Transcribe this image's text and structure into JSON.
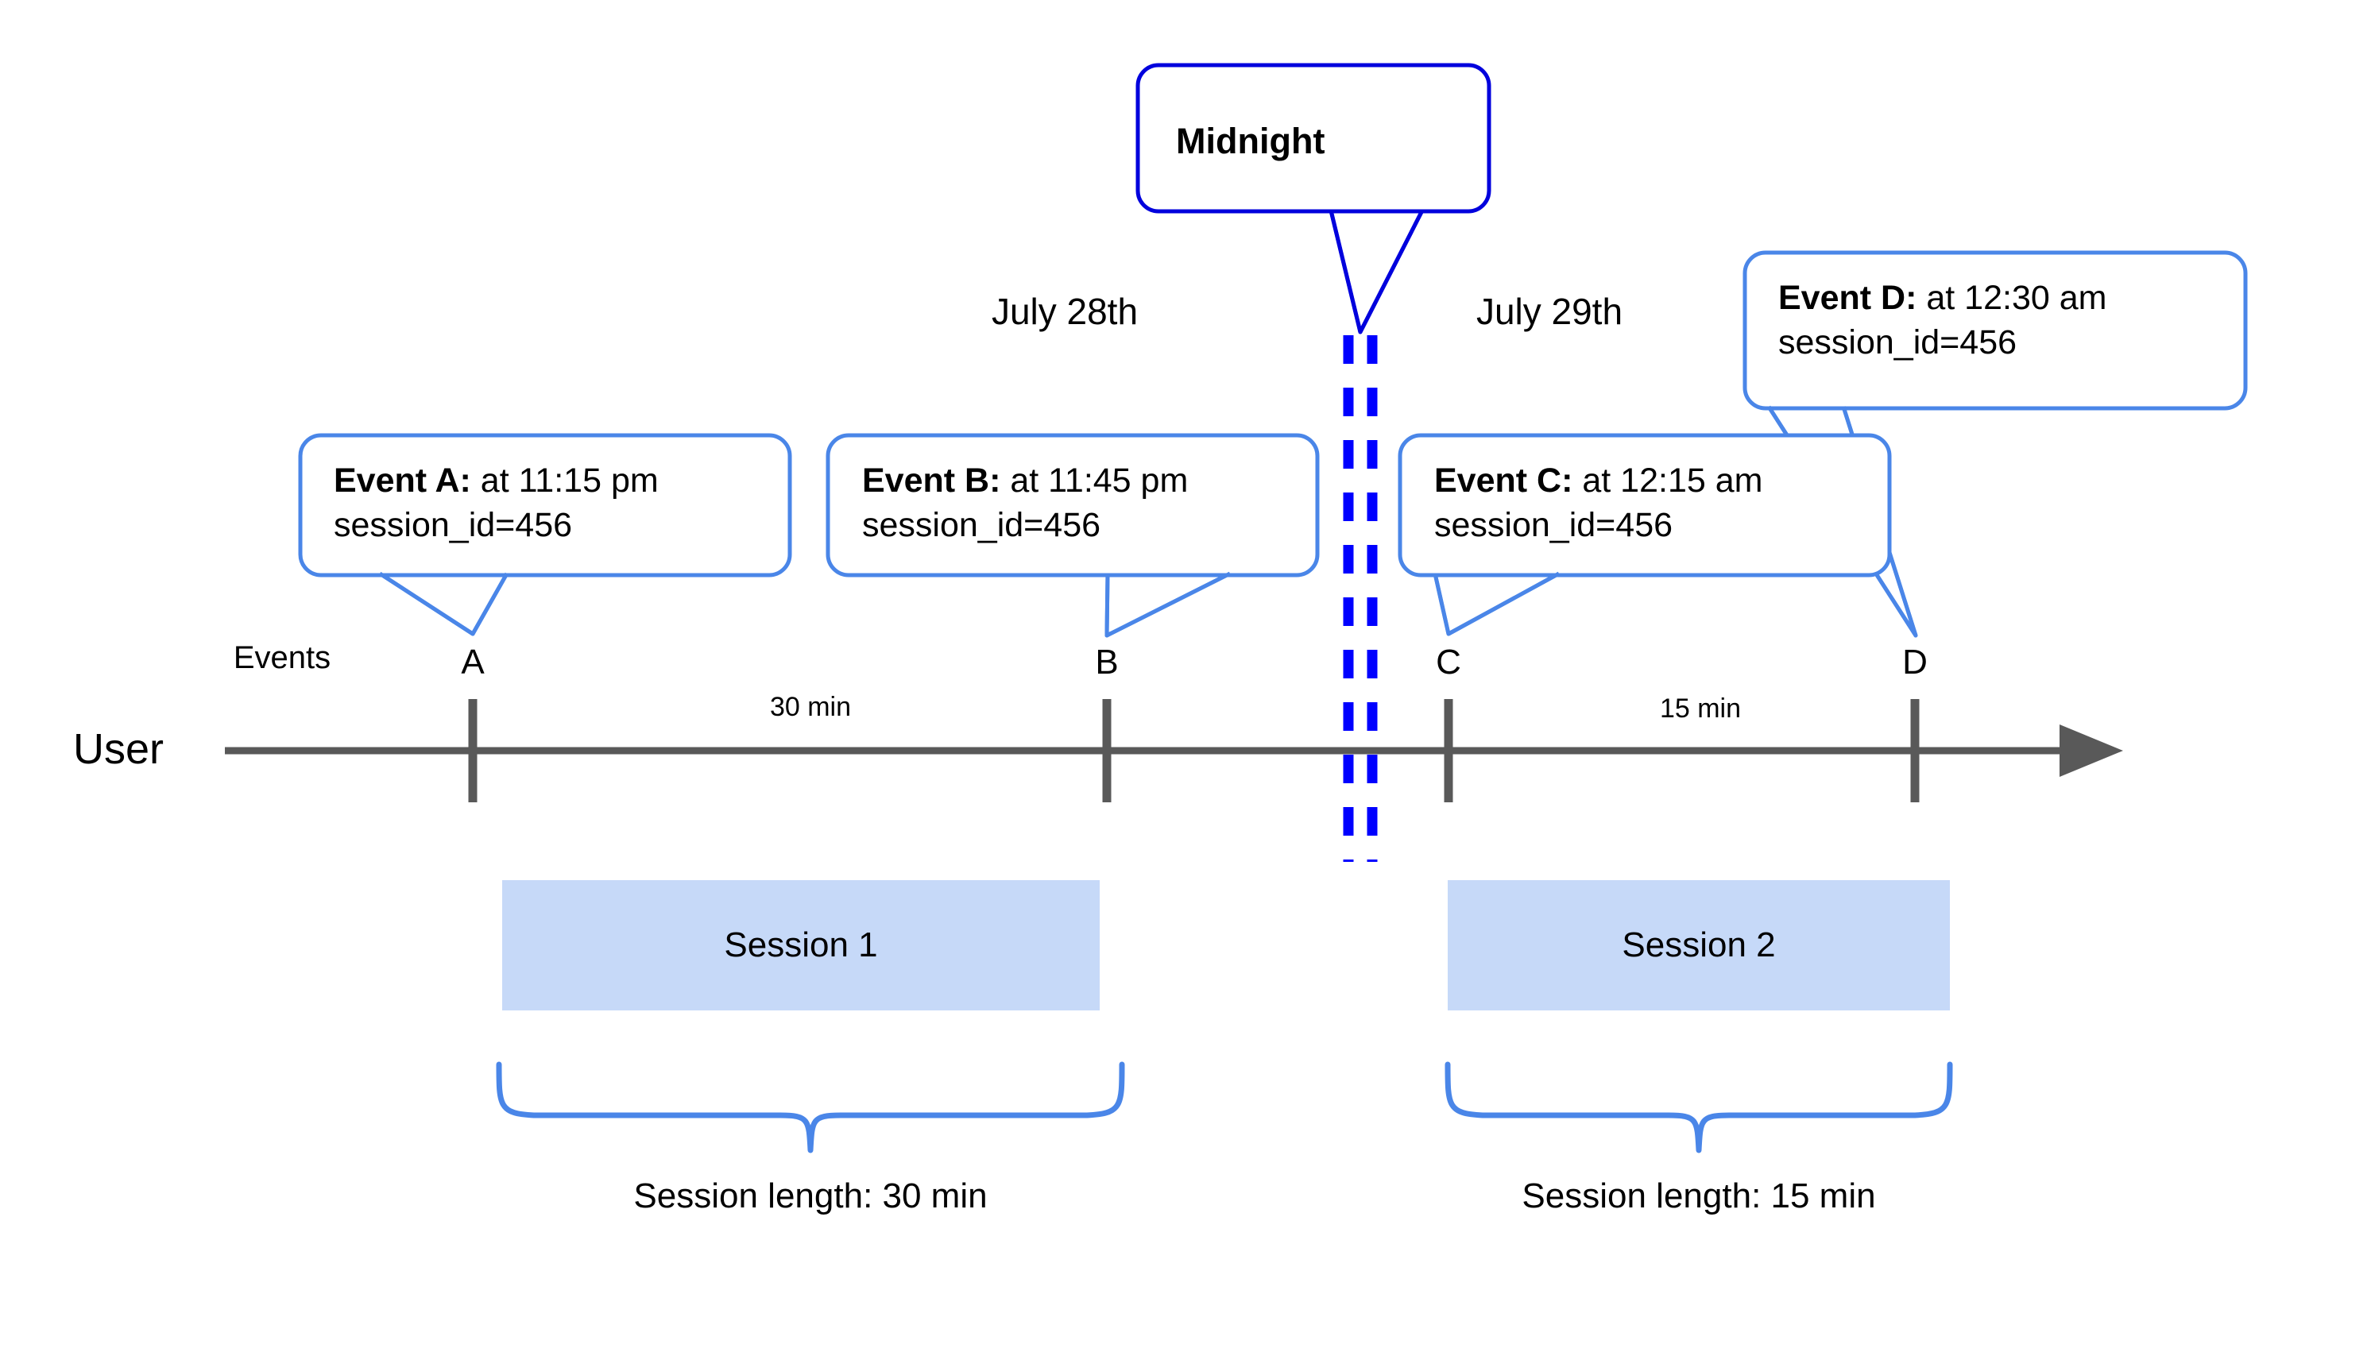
{
  "diagram": {
    "title_note": "Midnight",
    "row_labels": {
      "user": "User",
      "events": "Events"
    },
    "dates": {
      "left": "July 28th",
      "right": "July 29th"
    },
    "markers": [
      {
        "id": "A",
        "label": "A"
      },
      {
        "id": "B",
        "label": "B"
      },
      {
        "id": "C",
        "label": "C"
      },
      {
        "id": "D",
        "label": "D"
      }
    ],
    "durations": [
      {
        "id": "ab",
        "label": "30 min"
      },
      {
        "id": "cd",
        "label": "15 min"
      }
    ],
    "callouts": [
      {
        "id": "A",
        "bold": "Event A:",
        "rest": " at 11:15 pm",
        "line2": "session_id=456"
      },
      {
        "id": "B",
        "bold": "Event B:",
        "rest": " at 11:45 pm",
        "line2": "session_id=456"
      },
      {
        "id": "C",
        "bold": "Event C:",
        "rest": " at 12:15 am",
        "line2": "session_id=456"
      },
      {
        "id": "D",
        "bold": "Event D:",
        "rest": " at 12:30 am",
        "line2": "session_id=456"
      }
    ],
    "sessions": [
      {
        "id": "1",
        "label": "Session 1",
        "caption": "Session length: 30 min"
      },
      {
        "id": "2",
        "label": "Session 2",
        "caption": "Session length: 15 min"
      }
    ],
    "colors": {
      "callout_border": "#4a86e8",
      "midnight_border": "#0000dd",
      "midnight_dash": "#0000ff",
      "axis": "#595959",
      "session_fill": "#c6d9f8",
      "brace": "#4a86e8",
      "text": "#000000",
      "background": "#ffffff"
    }
  }
}
